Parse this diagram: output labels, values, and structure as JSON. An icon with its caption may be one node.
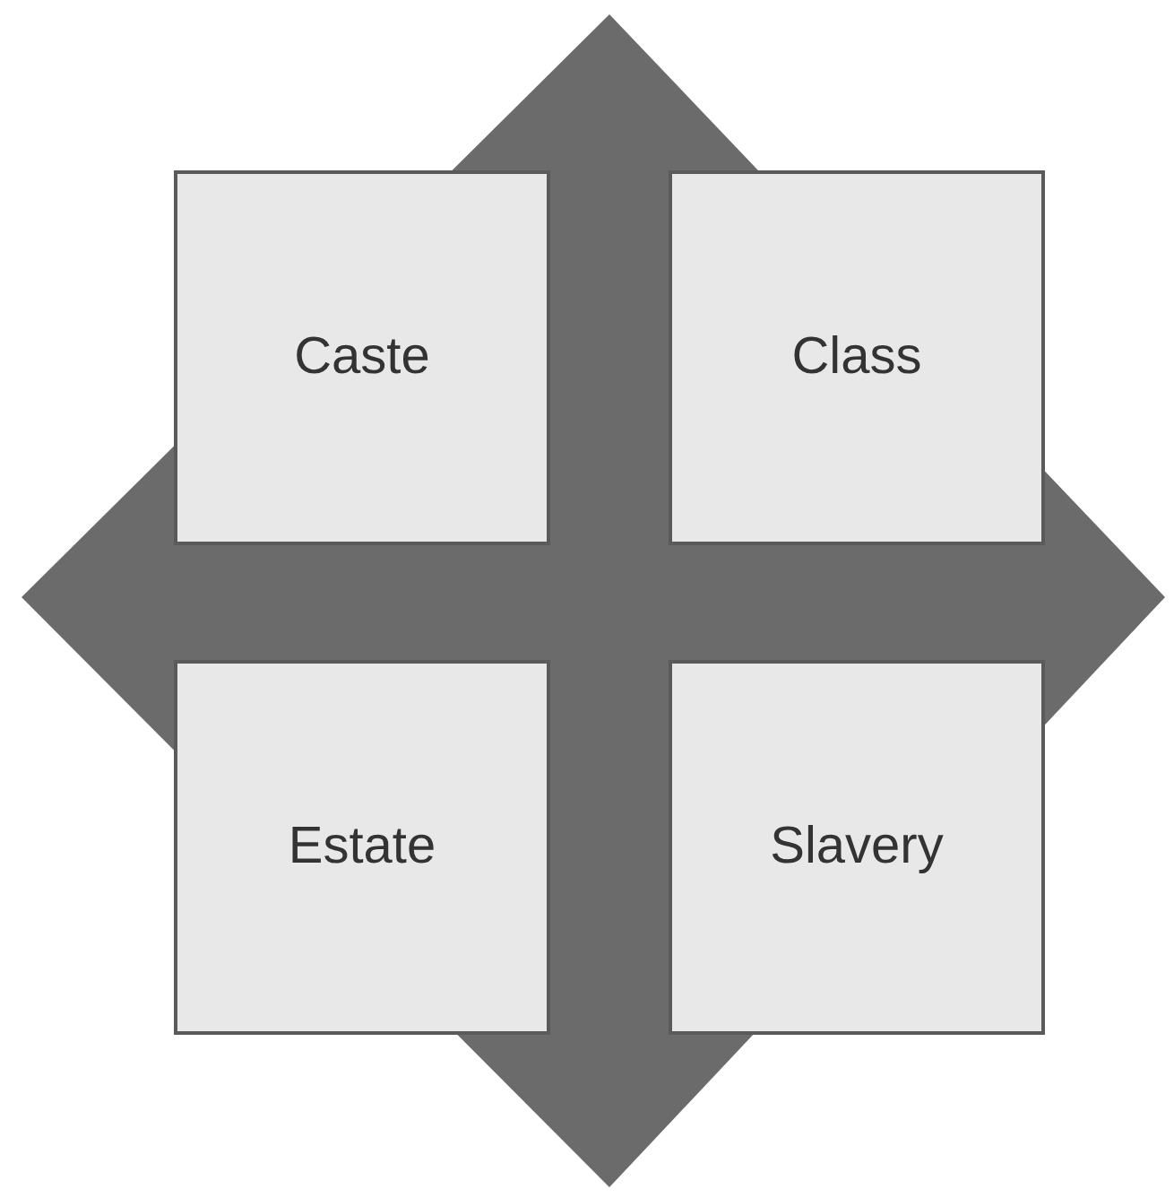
{
  "diagram": {
    "nodes": [
      {
        "text": [
          "Caste"
        ]
      },
      {
        "text": [
          "Class"
        ]
      },
      {
        "text": [
          "Estate"
        ]
      },
      {
        "text": [
          "Slavery"
        ]
      }
    ]
  }
}
